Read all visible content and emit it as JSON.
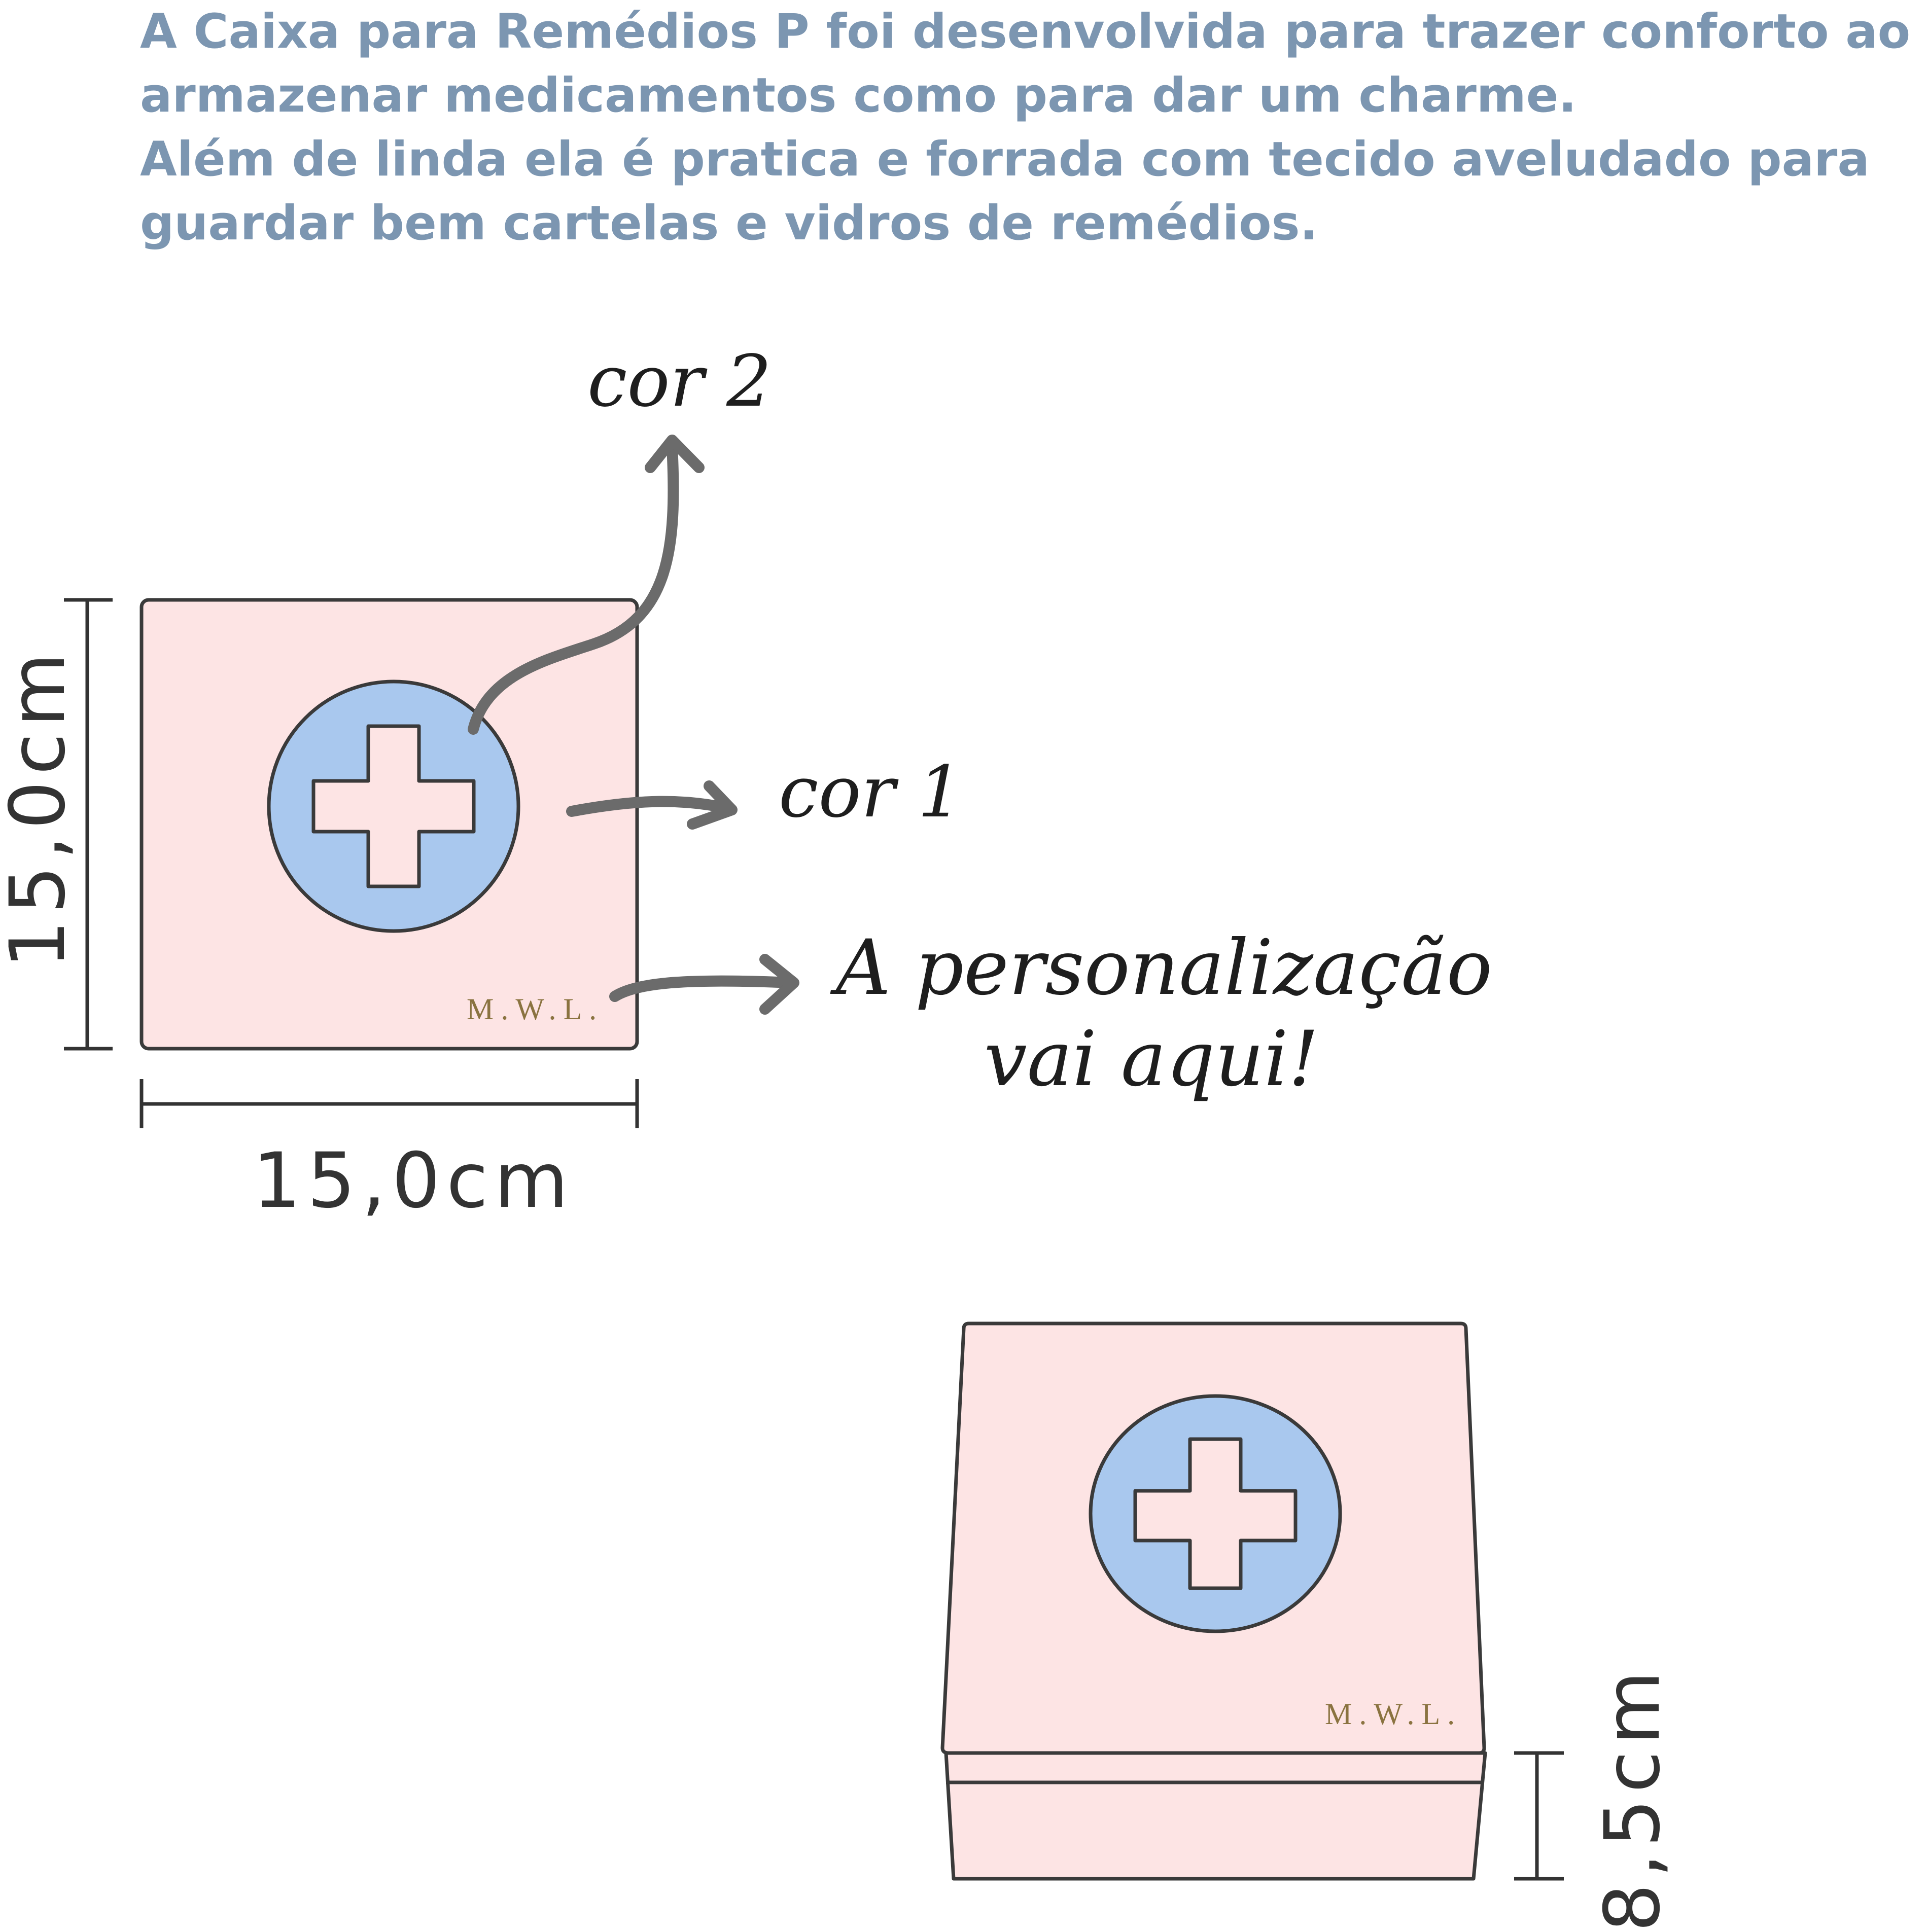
{
  "intro": {
    "line1": "A Caixa para Remédios P foi desenvolvida para trazer conforto ao",
    "line2": "armazenar medicamentos como para dar um charme.",
    "line3": "Além de linda ela é pratica e forrada com tecido aveludado para",
    "line4": "guardar bem cartelas e vidros de remédios."
  },
  "labels": {
    "color2": "cor 2",
    "color1": "cor 1",
    "personalization_line1": "A personalização",
    "personalization_line2": "vai aqui!"
  },
  "dimensions": {
    "height": "15,0cm",
    "width": "15,0cm",
    "depth": "8,5cm"
  },
  "monogram": "M.W.L.",
  "colors": {
    "box_fill": "#fde4e4",
    "circle_fill": "#a9c8ee",
    "outline": "#3a3a3a",
    "arrow": "#6b6b6b",
    "intro_text": "#7c96b1",
    "monogram": "#8a7340"
  },
  "icons": [
    "medical-cross-icon",
    "arrow-icon"
  ]
}
